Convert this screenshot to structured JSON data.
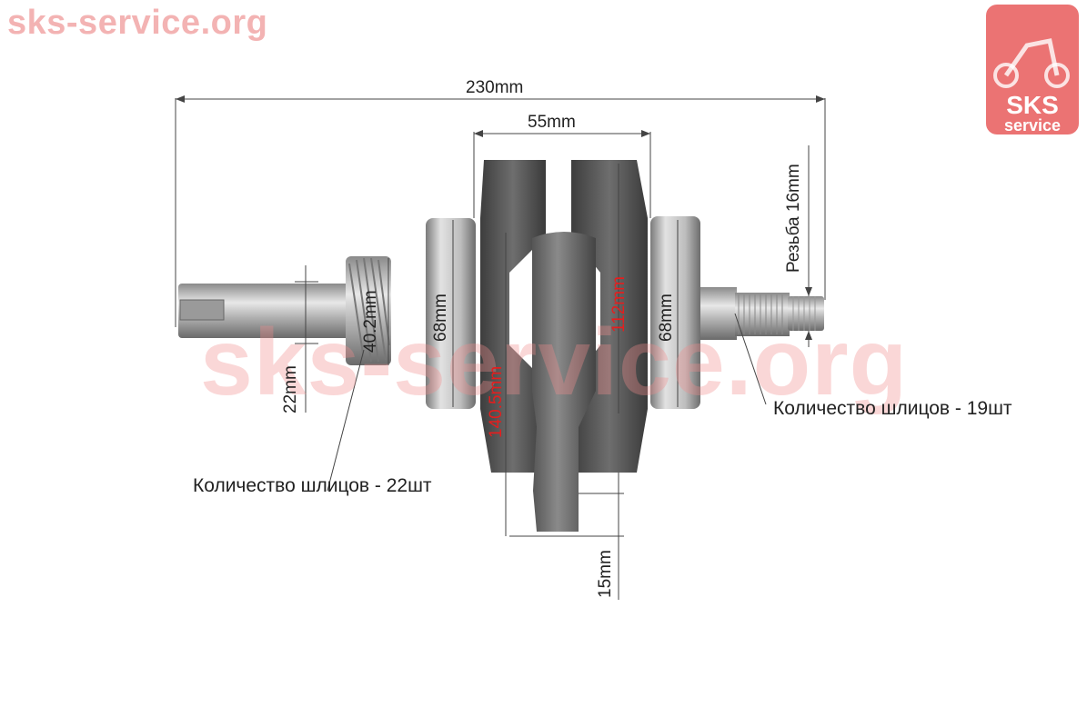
{
  "watermark": {
    "top_text": "sks-service.org",
    "center_text": "sks-service.org"
  },
  "logo": {
    "line1": "SKS",
    "line2": "service",
    "color": "#e85a5a"
  },
  "dimensions": {
    "total_length": "230mm",
    "web_width": "55mm",
    "thread": "Резьба 16mm",
    "bearing_left": "68mm",
    "bearing_right": "68mm",
    "gear_diameter": "40.2mm",
    "shaft_left": "22mm",
    "flywheel_diameter": "112mm",
    "rod_length": "140.5mm",
    "rod_eye": "15mm"
  },
  "annotations": {
    "splines_right": "Количество шлицов - 19шт",
    "splines_left": "Количество шлицов - 22шт"
  },
  "colors": {
    "dimension_red": "#e41e1e",
    "metal_dark": "#4a4a4a",
    "metal_light": "#c8c8c8"
  }
}
